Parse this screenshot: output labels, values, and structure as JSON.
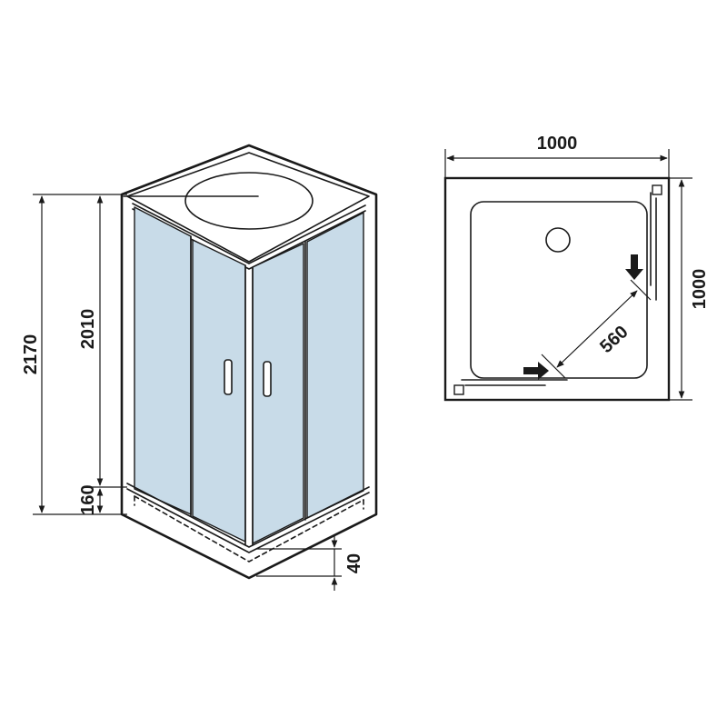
{
  "dimensions": {
    "total_height": "2170",
    "cabin_height": "2010",
    "tray_height": "160",
    "tray_depth": "40",
    "width": "1000",
    "depth": "1000",
    "door_opening": "560"
  },
  "colors": {
    "glass": "#c8dbe8",
    "line": "#1a1a1a",
    "background": "#ffffff"
  },
  "icons": {
    "door_handle": "handle-icon",
    "sliding_direction": "arrow-icon",
    "drain": "drain-icon"
  }
}
